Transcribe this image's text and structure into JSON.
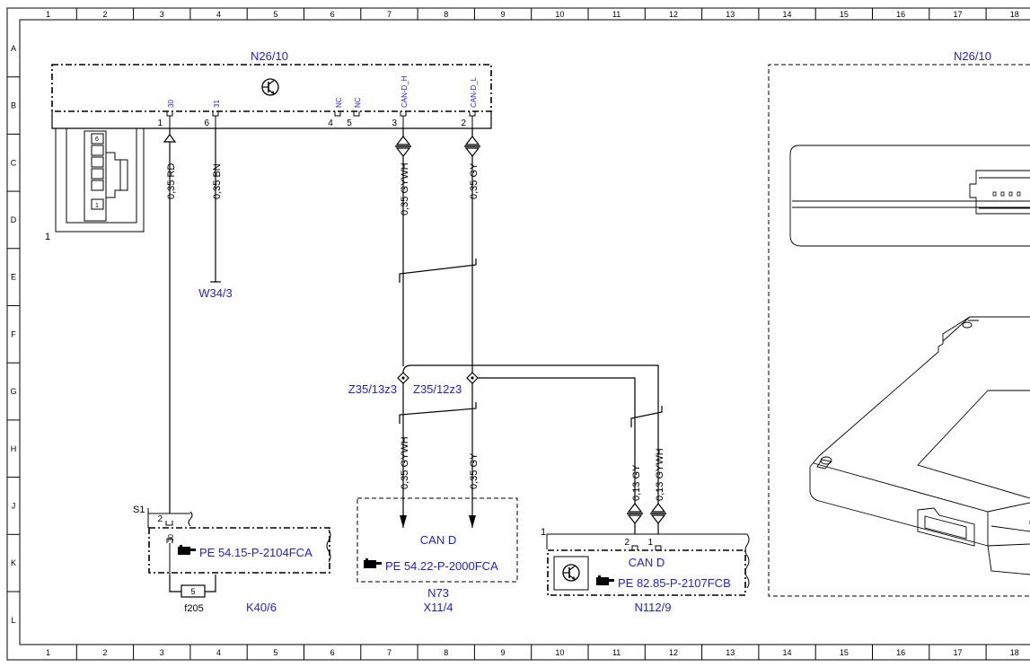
{
  "grid": {
    "columns": [
      "1",
      "2",
      "3",
      "4",
      "5",
      "6",
      "7",
      "8",
      "9",
      "10",
      "11",
      "12",
      "13",
      "14",
      "15",
      "16",
      "17",
      "18"
    ],
    "rows": [
      "A",
      "B",
      "C",
      "D",
      "E",
      "F",
      "G",
      "H",
      "J",
      "K",
      "L"
    ]
  },
  "components": {
    "n26_left_title": "N26/10",
    "n26_right_title": "N26/10",
    "w34": "W34/3",
    "z35_13": "Z35/13z3",
    "z35_12": "Z35/12z3",
    "s1": "S1",
    "f205": "f205",
    "f205_num": "5",
    "k40": "K40/6",
    "n73": "N73",
    "x11": "X11/4",
    "n112": "N112/9",
    "conn_label": "1",
    "n112_bus_num": "1"
  },
  "n26_pins": {
    "p30": "30",
    "p31": "31",
    "nc1": "NC",
    "nc2": "NC",
    "canh": "CAN-D_H",
    "canl": "CAN-D_L",
    "n1": "1",
    "n6": "6",
    "n4": "4",
    "n5": "5",
    "n3": "3",
    "n2": "2"
  },
  "connector_pins": {
    "top": "6",
    "bottom": "1"
  },
  "wires": {
    "w1": "0,35 RD",
    "w2": "0,35 BN",
    "w3": "0,35 GYWH",
    "w4": "0,35 GY",
    "w5": "0,35 GYWH",
    "w6": "0,35 GY",
    "w7": "0,13 GY",
    "w8": "0,13 GYWH"
  },
  "k40_box": {
    "pin2": "2",
    "pin30": "30",
    "ref": "PE 54.15-P-2104FCA"
  },
  "n73_box": {
    "bus": "CAN D",
    "ref": "PE 54.22-P-2000FCA"
  },
  "n112_box": {
    "bus": "CAN D",
    "ref": "PE 82.85-P-2107FCB",
    "pin2": "2",
    "pin1": "1"
  },
  "colors": {
    "label": "#1e1ef0",
    "ink": "#000000",
    "background": "#ffffff"
  },
  "icons": [
    "transistor-symbol-icon",
    "pointing-hand-icon"
  ]
}
